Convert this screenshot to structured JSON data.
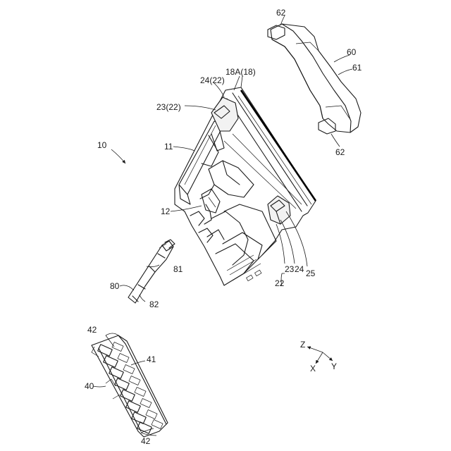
{
  "labels": {
    "l10": "10",
    "l11": "11",
    "l12": "12",
    "l23_22": "23(22)",
    "l24_22": "24(22)",
    "l18a": "18A(18)",
    "l60": "60",
    "l61": "61",
    "l62a": "62",
    "l62b": "62",
    "l80": "80",
    "l81": "81",
    "l82": "82",
    "l40": "40",
    "l41": "41",
    "l42a": "42",
    "l42b": "42",
    "l22": "22",
    "l23": "23",
    "l24": "24",
    "l25": "25"
  },
  "axes": {
    "x": "X",
    "y": "Y",
    "z": "Z"
  }
}
